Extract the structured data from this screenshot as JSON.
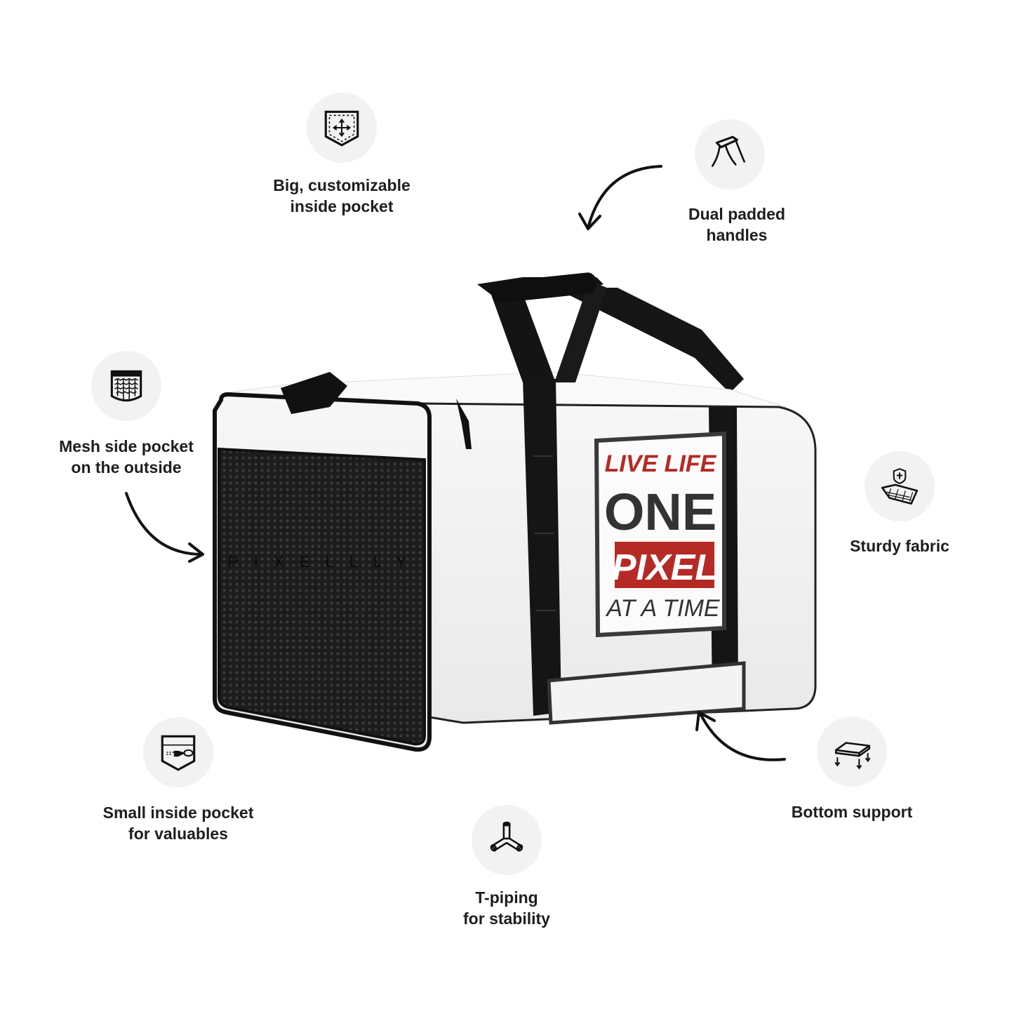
{
  "features": {
    "inside_pocket": {
      "line1": "Big, customizable",
      "line2": "inside pocket",
      "icon": "inside-pocket-icon"
    },
    "handles": {
      "line1": "Dual padded",
      "line2": "handles",
      "icon": "padded-handles-icon"
    },
    "mesh_pocket": {
      "line1": "Mesh side pocket",
      "line2": "on the outside",
      "icon": "mesh-pocket-icon"
    },
    "fabric": {
      "line1": "Sturdy fabric",
      "icon": "sturdy-fabric-icon"
    },
    "small_pocket": {
      "line1": "Small inside pocket",
      "line2": "for valuables",
      "icon": "zipper-pocket-icon"
    },
    "t_piping": {
      "line1": "T-piping",
      "line2": "for stability",
      "icon": "t-piping-icon"
    },
    "bottom_support": {
      "line1": "Bottom support",
      "icon": "bottom-support-icon"
    }
  },
  "bag": {
    "print": {
      "line1": "LIVE LIFE",
      "line2": "ONE",
      "line3": "PIXEL",
      "line4": "AT A TIME"
    },
    "side_brand": "PIXELLLY",
    "colors": {
      "body": "#f3f3f3",
      "trim": "#111111",
      "accent": "#b52a25",
      "print_text": "#333333"
    }
  }
}
